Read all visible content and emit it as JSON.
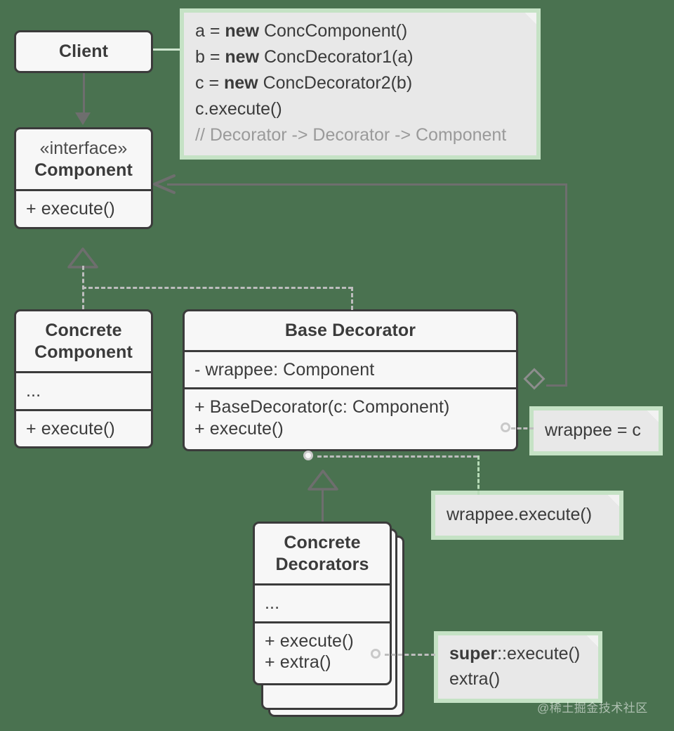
{
  "diagram": {
    "title": "Decorator design pattern UML class diagram",
    "background_color": "#4a7250",
    "box_fill": "#f7f7f7",
    "box_stroke": "#3b3b3b",
    "note_fill": "#e8e8e8",
    "note_halo": "#c5e2c5",
    "connector_color": "#6e6e6e"
  },
  "client": {
    "title": "Client"
  },
  "code_note": {
    "lines": [
      {
        "pre": "a = ",
        "kw": "new",
        "post": " ConcComponent()",
        "dim": false
      },
      {
        "pre": "b = ",
        "kw": "new",
        "post": " ConcDecorator1(a)",
        "dim": false
      },
      {
        "pre": "c = ",
        "kw": "new",
        "post": " ConcDecorator2(b)",
        "dim": false
      },
      {
        "pre": "c.execute()",
        "kw": "",
        "post": "",
        "dim": false
      },
      {
        "pre": "// Decorator -> Decorator -> Component",
        "kw": "",
        "post": "",
        "dim": true
      }
    ]
  },
  "component": {
    "stereotype": "«interface»",
    "name": "Component",
    "members": [
      "+ execute()"
    ]
  },
  "concrete_component": {
    "name_line1": "Concrete",
    "name_line2": "Component",
    "fields": "...",
    "members": [
      "+ execute()"
    ]
  },
  "base_decorator": {
    "title": "Base Decorator",
    "fields": "- wrappee: Component",
    "members": [
      "+ BaseDecorator(c: Component)",
      "+ execute()"
    ]
  },
  "concrete_decorators": {
    "name_line1": "Concrete",
    "name_line2": "Decorators",
    "fields": "...",
    "members": [
      "+ execute()",
      "+ extra()"
    ]
  },
  "notes": {
    "wrappee_assign": "wrappee = c",
    "wrappee_execute": "wrappee.execute()",
    "super_execute": {
      "bold": "super",
      "rest": "::execute()"
    },
    "extra_call": "extra()"
  },
  "watermark": {
    "text": "@稀土掘金技术社区"
  }
}
